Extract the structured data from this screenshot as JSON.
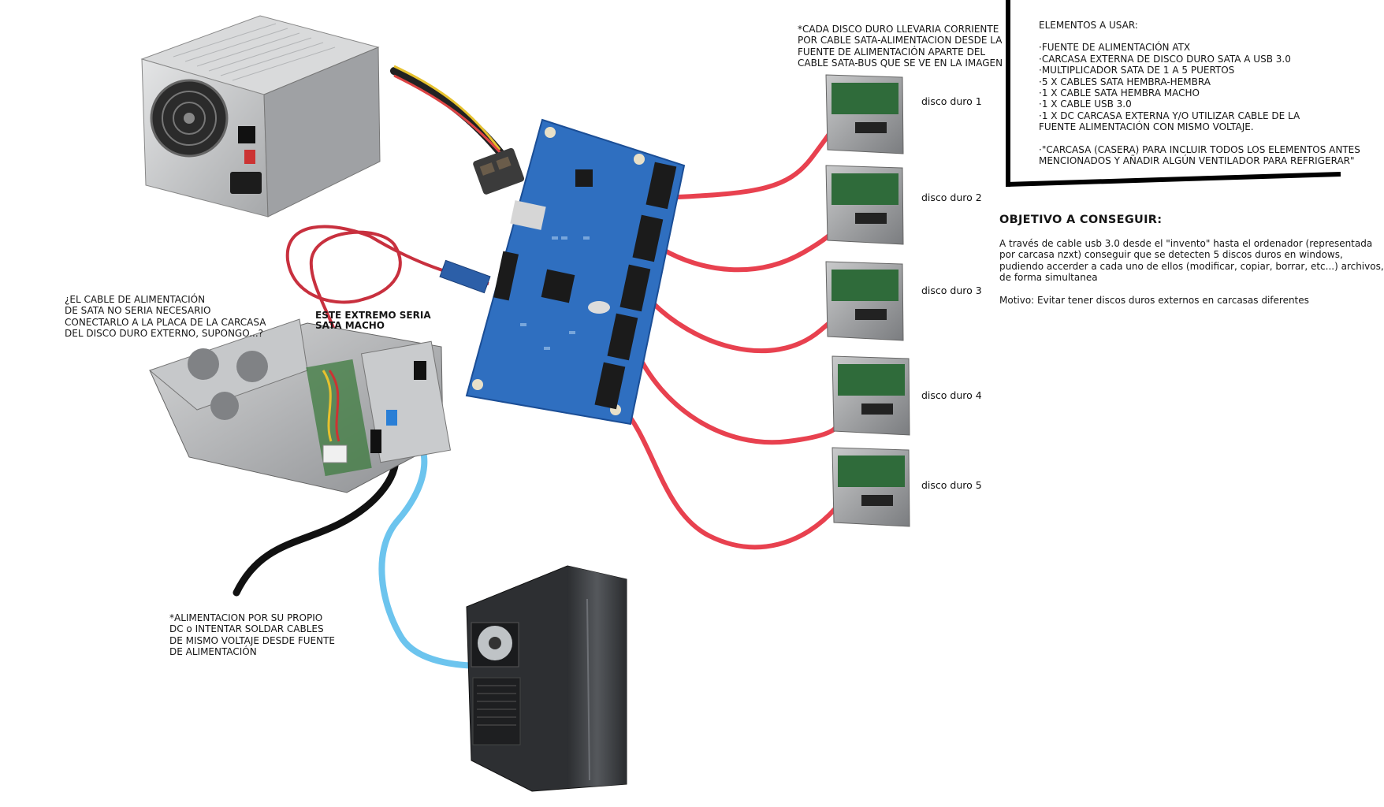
{
  "note_top": {
    "lines": [
      "*CADA DISCO DURO LLEVARIA CORRIENTE",
      "POR CABLE SATA-ALIMENTACION DESDE LA",
      "FUENTE DE ALIMENTACIÓN APARTE DEL",
      "CABLE SATA-BUS QUE SE VE EN LA IMAGEN"
    ]
  },
  "elements": {
    "title": "ELEMENTOS A USAR:",
    "items": [
      "·FUENTE DE ALIMENTACIÓN ATX",
      "·CARCASA EXTERNA DE DISCO DURO SATA A USB 3.0",
      "·MULTIPLICADOR SATA DE 1 A 5 PUERTOS",
      "·5 X CABLES SATA HEMBRA-HEMBRA",
      "·1 X CABLE SATA HEMBRA MACHO",
      "·1 X CABLE USB 3.0",
      "·1 X DC CARCASA EXTERNA Y/O UTILIZAR CABLE DE LA",
      "FUENTE ALIMENTACIÓN CON MISMO VOLTAJE."
    ],
    "extra": [
      "·\"CARCASA (CASERA) PARA INCLUIR TODOS LOS ELEMENTOS ANTES",
      "MENCIONADOS Y AÑADIR ALGÚN VENTILADOR PARA REFRIGERAR\""
    ]
  },
  "objective": {
    "heading": "OBJETIVO A CONSEGUIR:",
    "lines": [
      "A través de cable usb 3.0 desde el \"invento\" hasta el ordenador (representada",
      "por carcasa nzxt) conseguir que se detecten 5 discos duros en windows,",
      "pudiendo accerder a cada uno de ellos (modificar, copiar, borrar, etc...) archivos,",
      "de forma simultanea"
    ],
    "motivo": "Motivo: Evitar tener discos duros externos en carcasas diferentes"
  },
  "disks": [
    "disco duro 1",
    "disco duro 2",
    "disco duro 3",
    "disco duro 4",
    "disco duro 5"
  ],
  "sata_note": {
    "lines": [
      "¿EL CABLE DE ALIMENTACIÓN",
      "DE SATA NO SERIA NECESARIO",
      "CONECTARLO A LA PLACA DE LA CARCASA",
      "DEL DISCO DURO EXTERNO, SUPONGO...?"
    ]
  },
  "male_note": {
    "lines": [
      "ESTE EXTREMO SERIA",
      "SATA MACHO"
    ]
  },
  "power_note": {
    "lines": [
      "*ALIMENTACION POR SU PROPIO",
      "DC o INTENTAR SOLDAR CABLES",
      "DE MISMO VOLTAJE DESDE FUENTE",
      "DE ALIMENTACIÓN"
    ]
  },
  "colors": {
    "sata_cable": "#e8414f",
    "usb_cable": "#6cc4ee",
    "dc_cable": "#111111",
    "pcb": "#2f6fc0",
    "psu": "#b8babc",
    "case": "#3a3c3f",
    "divider": "#000000"
  }
}
